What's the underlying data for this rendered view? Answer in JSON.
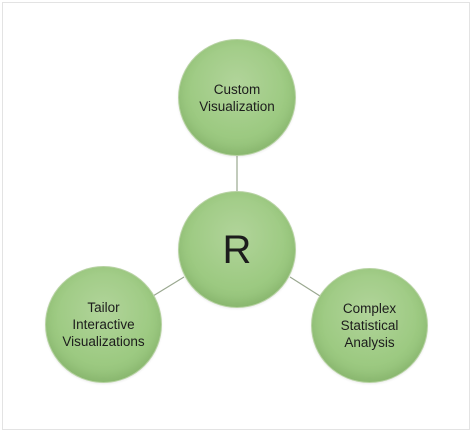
{
  "diagram": {
    "center": {
      "label": "R"
    },
    "satellites": [
      {
        "id": "top",
        "label": "Custom\nVisualization"
      },
      {
        "id": "left",
        "label": "Tailor\nInteractive\nVisualizations"
      },
      {
        "id": "right",
        "label": "Complex\nStatistical\nAnalysis"
      }
    ],
    "colors": {
      "node_fill": "#9dca82",
      "node_border": "#b7d2a3",
      "connector": "#9aa890",
      "text": "#1c1c1c"
    }
  }
}
